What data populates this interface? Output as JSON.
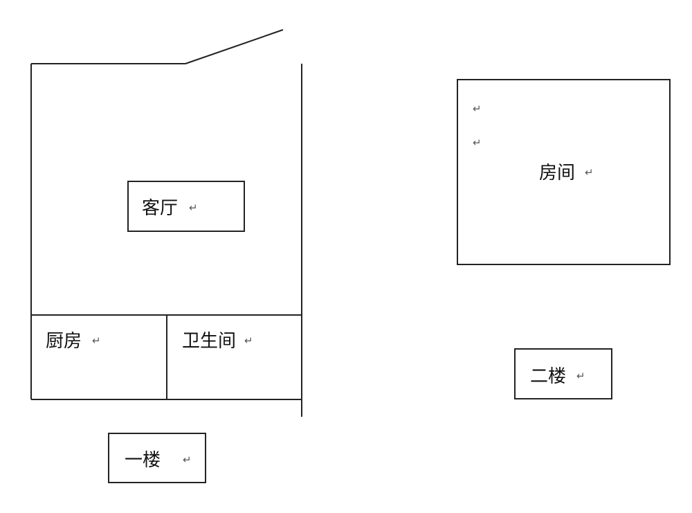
{
  "floor1": {
    "living_room": "客厅",
    "kitchen": "厨房",
    "bathroom": "卫生间",
    "caption": "一楼"
  },
  "floor2": {
    "room": "房间",
    "caption": "二楼"
  },
  "paragraph_mark": "↵"
}
